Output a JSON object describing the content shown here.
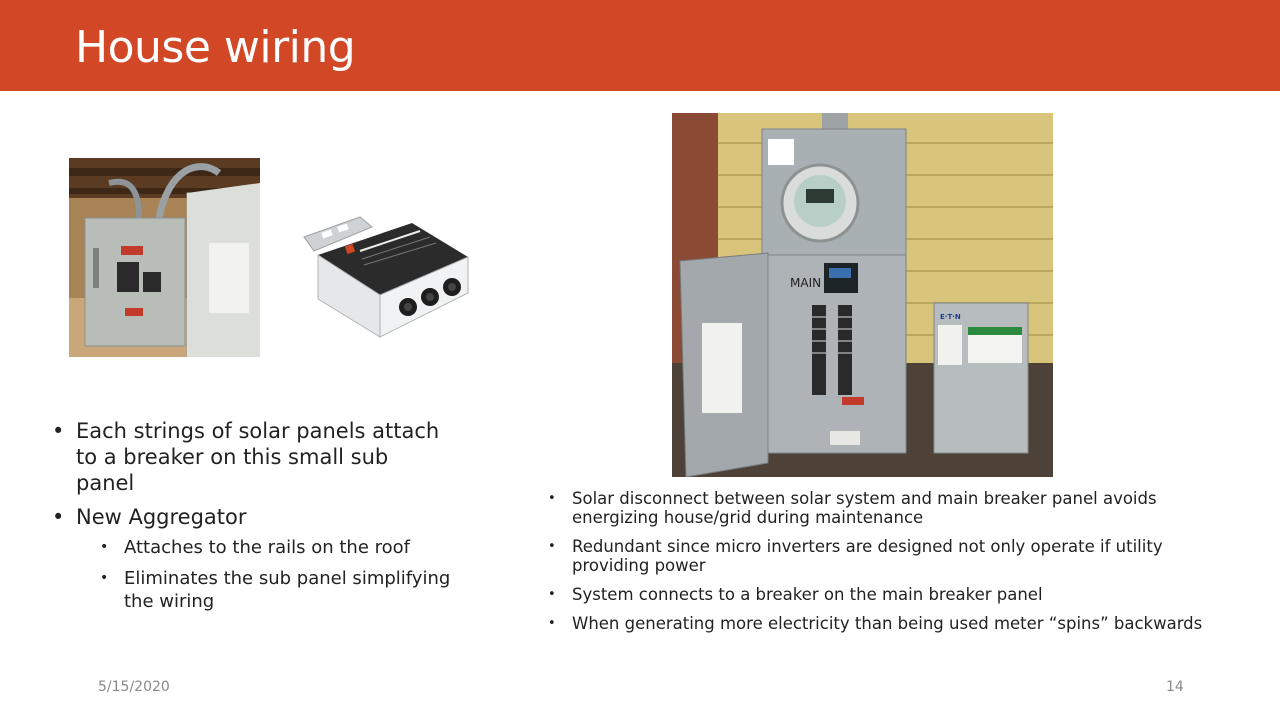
{
  "slide": {
    "title": "House wiring",
    "left_bullets": {
      "item1": "Each strings of solar panels attach to a breaker on this small sub panel",
      "item2": "New Aggregator",
      "sub1": "Attaches to the rails on the roof",
      "sub2": "Eliminates the sub panel simplifying the wiring"
    },
    "right_bullets": [
      "Solar disconnect between solar system and main breaker panel avoids energizing house/grid during maintenance",
      "Redundant since micro inverters are designed not only operate if utility providing power",
      "System connects to a breaker on the main breaker panel",
      "When generating more electricity than being used meter “spins” backwards"
    ],
    "footer": {
      "date": "5/15/2020",
      "page_number": "14"
    },
    "photo_labels": {
      "main": "MAIN",
      "brand": "E·T·N"
    },
    "colors": {
      "accent": "#d24726"
    }
  }
}
